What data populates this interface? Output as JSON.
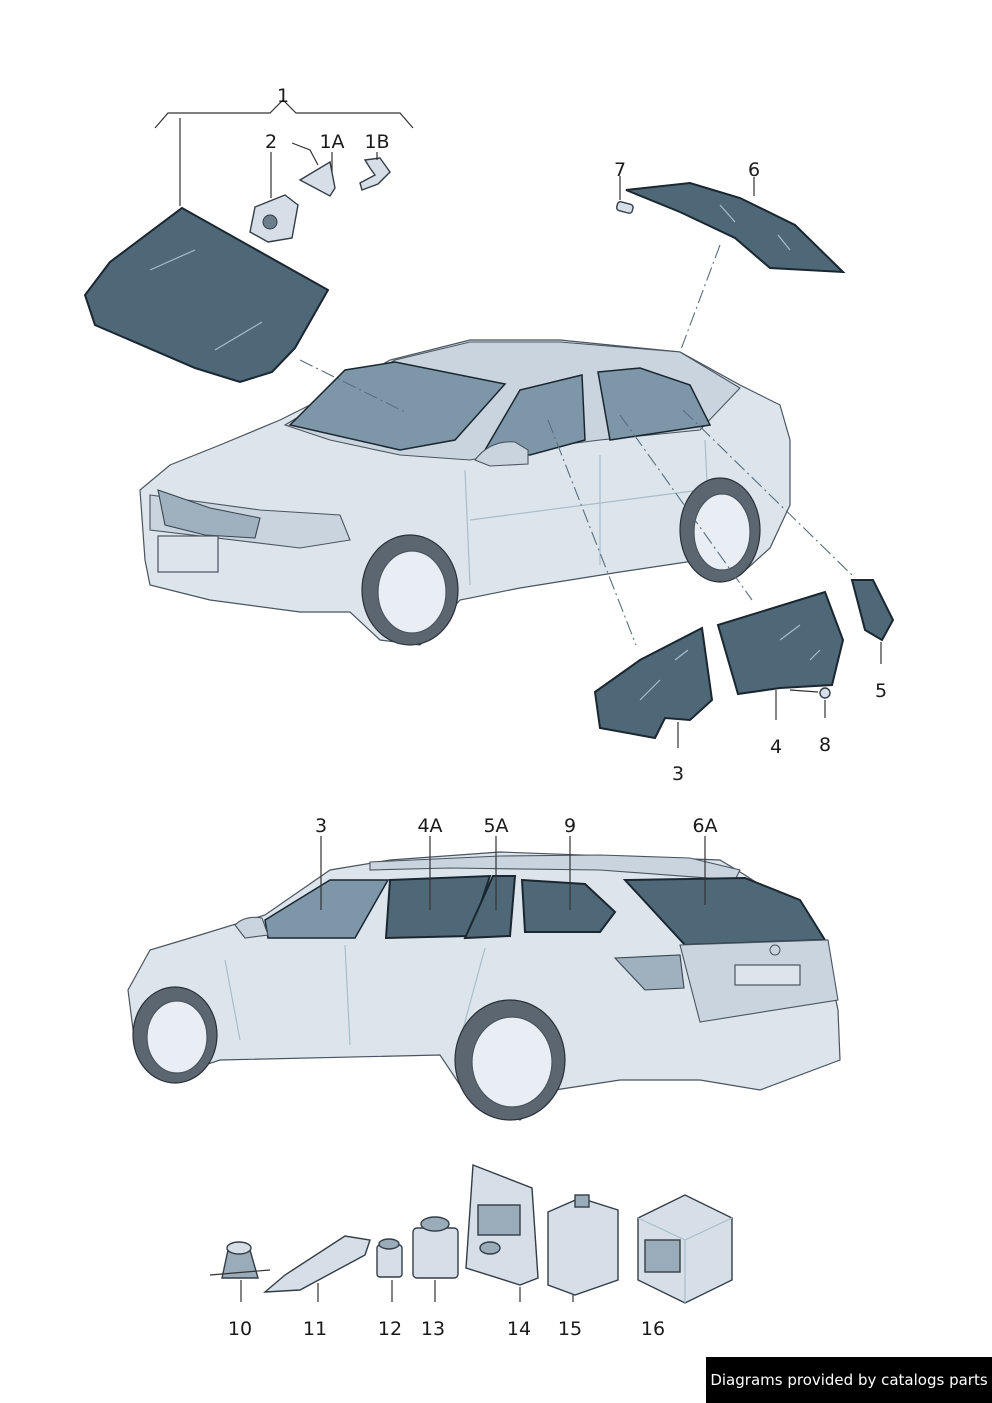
{
  "callouts": {
    "c1": "1",
    "c2": "2",
    "c1a": "1A",
    "c1b": "1B",
    "c7": "7",
    "c6": "6",
    "c5": "5",
    "c4": "4",
    "c8": "8",
    "c3": "3",
    "w3": "3",
    "w4a": "4A",
    "w5a": "5A",
    "w9": "9",
    "w6a": "6A",
    "c10": "10",
    "c11": "11",
    "c12": "12",
    "c13": "13",
    "c14": "14",
    "c15": "15",
    "c16": "16"
  },
  "watermark": "Diagrams provided by catalogs parts",
  "colors": {
    "glass": "#4e6878",
    "body": "#dde5ec",
    "watermark_bg": "#000000"
  }
}
